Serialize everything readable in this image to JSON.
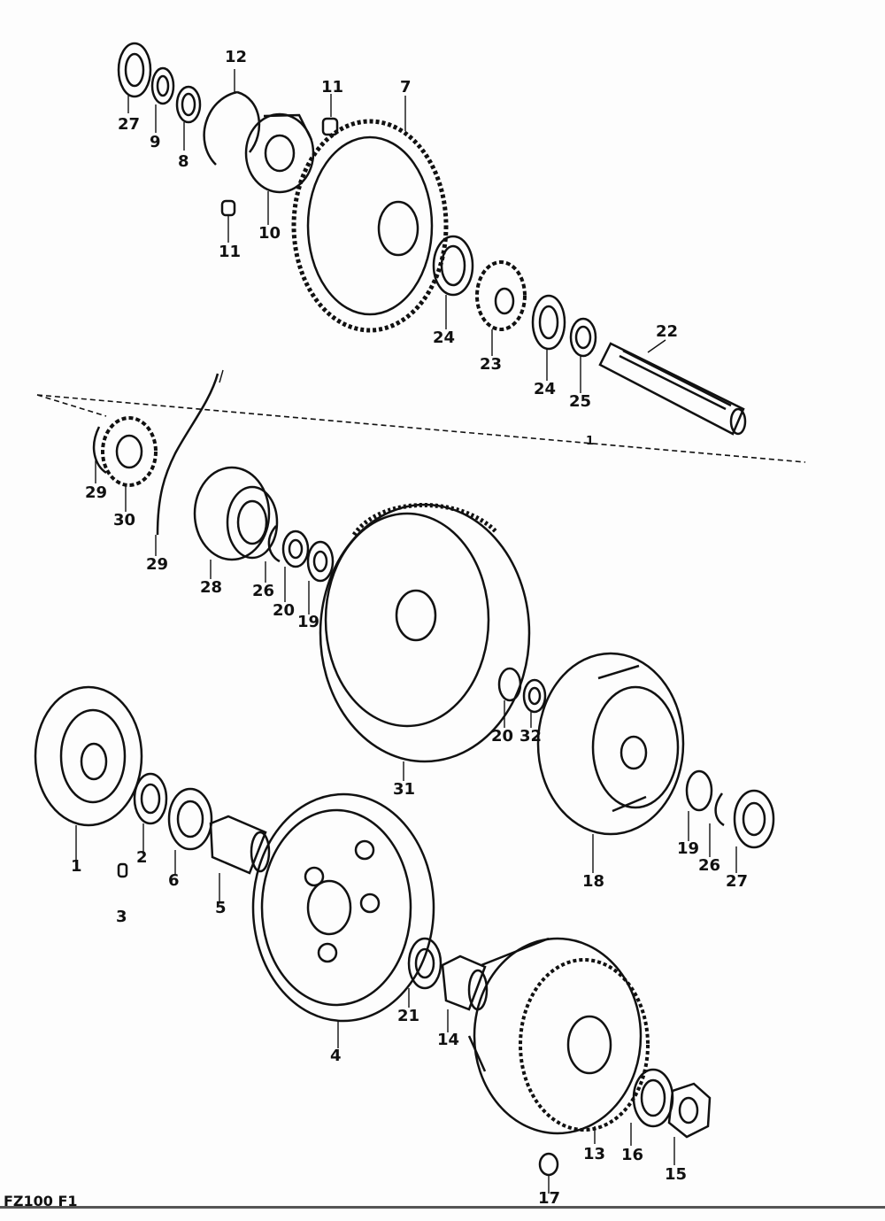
{
  "footer_label": "FZ100 F1",
  "parts": [
    "1",
    "2",
    "3",
    "4",
    "5",
    "6",
    "7",
    "8",
    "9",
    "10",
    "11",
    "11",
    "12",
    "13",
    "14",
    "15",
    "16",
    "17",
    "18",
    "19",
    "19",
    "20",
    "20",
    "21",
    "22",
    "23",
    "24",
    "24",
    "25",
    "26",
    "26",
    "27",
    "27",
    "28",
    "29",
    "29",
    "30",
    "31",
    "32",
    "1"
  ],
  "colors": {
    "ink": "#111111",
    "paper": "#fdfdfd"
  }
}
